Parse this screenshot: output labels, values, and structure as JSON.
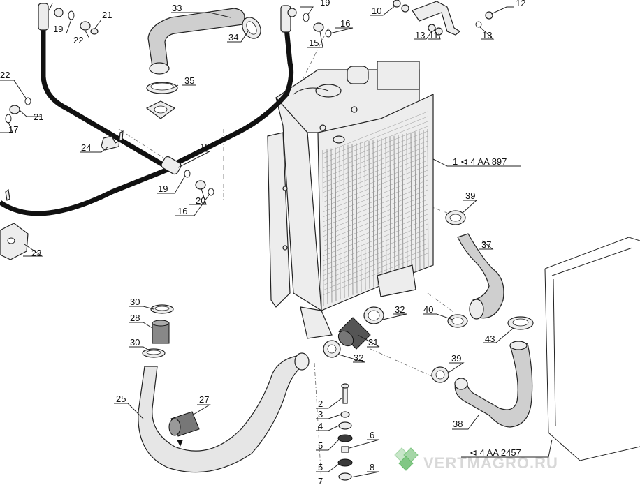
{
  "callouts": [
    {
      "id": "c33",
      "text": "33"
    },
    {
      "id": "c34",
      "text": "34"
    },
    {
      "id": "c35",
      "text": "35"
    },
    {
      "id": "c19a",
      "text": "19"
    },
    {
      "id": "c19b",
      "text": "19"
    },
    {
      "id": "c19c",
      "text": "19"
    },
    {
      "id": "c21a",
      "text": "21"
    },
    {
      "id": "c21b",
      "text": "21"
    },
    {
      "id": "c22a",
      "text": "22"
    },
    {
      "id": "c22b",
      "text": "22"
    },
    {
      "id": "c17",
      "text": "17"
    },
    {
      "id": "c24",
      "text": "24"
    },
    {
      "id": "c23",
      "text": "23"
    },
    {
      "id": "c18",
      "text": "18"
    },
    {
      "id": "c20",
      "text": "20"
    },
    {
      "id": "c16a",
      "text": "16"
    },
    {
      "id": "c16b",
      "text": "16"
    },
    {
      "id": "c15",
      "text": "15"
    },
    {
      "id": "c10",
      "text": "10"
    },
    {
      "id": "c11",
      "text": "11"
    },
    {
      "id": "c12",
      "text": "12"
    },
    {
      "id": "c13a",
      "text": "13"
    },
    {
      "id": "c13b",
      "text": "13"
    },
    {
      "id": "c1",
      "text": "1 ⊲ 4 AA 897"
    },
    {
      "id": "c39a",
      "text": "39"
    },
    {
      "id": "c39b",
      "text": "39"
    },
    {
      "id": "c37",
      "text": "37"
    },
    {
      "id": "c40",
      "text": "40"
    },
    {
      "id": "c43",
      "text": "43"
    },
    {
      "id": "c38",
      "text": "38"
    },
    {
      "id": "c32a",
      "text": "32"
    },
    {
      "id": "c32b",
      "text": "32"
    },
    {
      "id": "c31",
      "text": "31"
    },
    {
      "id": "c30a",
      "text": "30"
    },
    {
      "id": "c30b",
      "text": "30"
    },
    {
      "id": "c28",
      "text": "28"
    },
    {
      "id": "c27",
      "text": "27"
    },
    {
      "id": "c25",
      "text": "25"
    },
    {
      "id": "c2",
      "text": "2"
    },
    {
      "id": "c3",
      "text": "3"
    },
    {
      "id": "c4",
      "text": "4"
    },
    {
      "id": "c5a",
      "text": "5"
    },
    {
      "id": "c5b",
      "text": "5"
    },
    {
      "id": "c6",
      "text": "6"
    },
    {
      "id": "c7",
      "text": "7"
    },
    {
      "id": "c8",
      "text": "8"
    },
    {
      "id": "c2457",
      "text": "⊲ 4 AA 2457"
    }
  ],
  "watermark": {
    "text": "VERTMAGRO.RU"
  }
}
